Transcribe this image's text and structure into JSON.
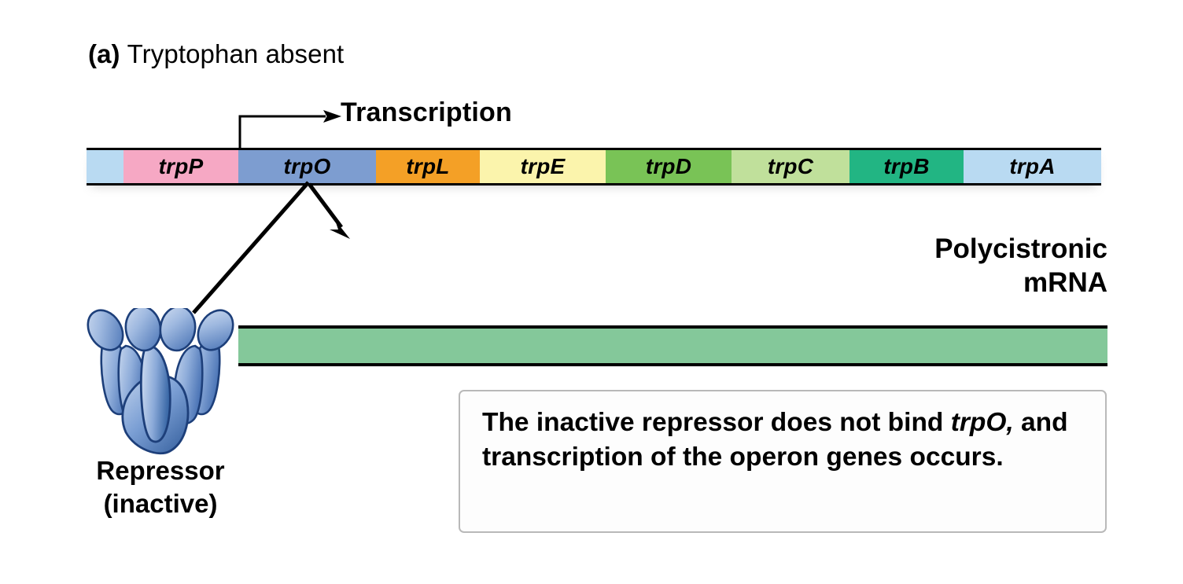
{
  "panel": {
    "label": "(a)",
    "title": "Tryptophan absent"
  },
  "transcription": {
    "label": "Transcription",
    "arrow_icon": "transcription-arrow-icon"
  },
  "gene_bar": {
    "name": "trp operon gene map",
    "segments": [
      {
        "label": "",
        "color": "#b9daf2",
        "width": 47
      },
      {
        "label": "trpP",
        "color": "#f6a8c4",
        "width": 146
      },
      {
        "label": "trpO",
        "color": "#7d9dd0",
        "width": 175
      },
      {
        "label": "trpL",
        "color": "#f4a026",
        "width": 132
      },
      {
        "label": "trpE",
        "color": "#fbf4ac",
        "width": 160
      },
      {
        "label": "trpD",
        "color": "#79c356",
        "width": 160
      },
      {
        "label": "trpC",
        "color": "#c0e09b",
        "width": 150
      },
      {
        "label": "trpB",
        "color": "#22b583",
        "width": 145
      },
      {
        "label": "trpA",
        "color": "#b9daf2",
        "width": 175
      }
    ]
  },
  "mrna": {
    "label_line1": "Polycistronic",
    "label_line2": "mRNA",
    "bar_color": "#84c89a"
  },
  "repressor": {
    "figure_icon": "repressor-protein-icon",
    "caption_line1": "Repressor",
    "caption_line2": "(inactive)",
    "body_color": "#6f96cf",
    "outline_color": "#1d3f7a"
  },
  "callout": {
    "text_part1": "The inactive repressor does not bind ",
    "text_italic": "trpO,",
    "text_part2": " and transcription of the operon genes occurs.",
    "border_color": "#b9b9b9"
  }
}
